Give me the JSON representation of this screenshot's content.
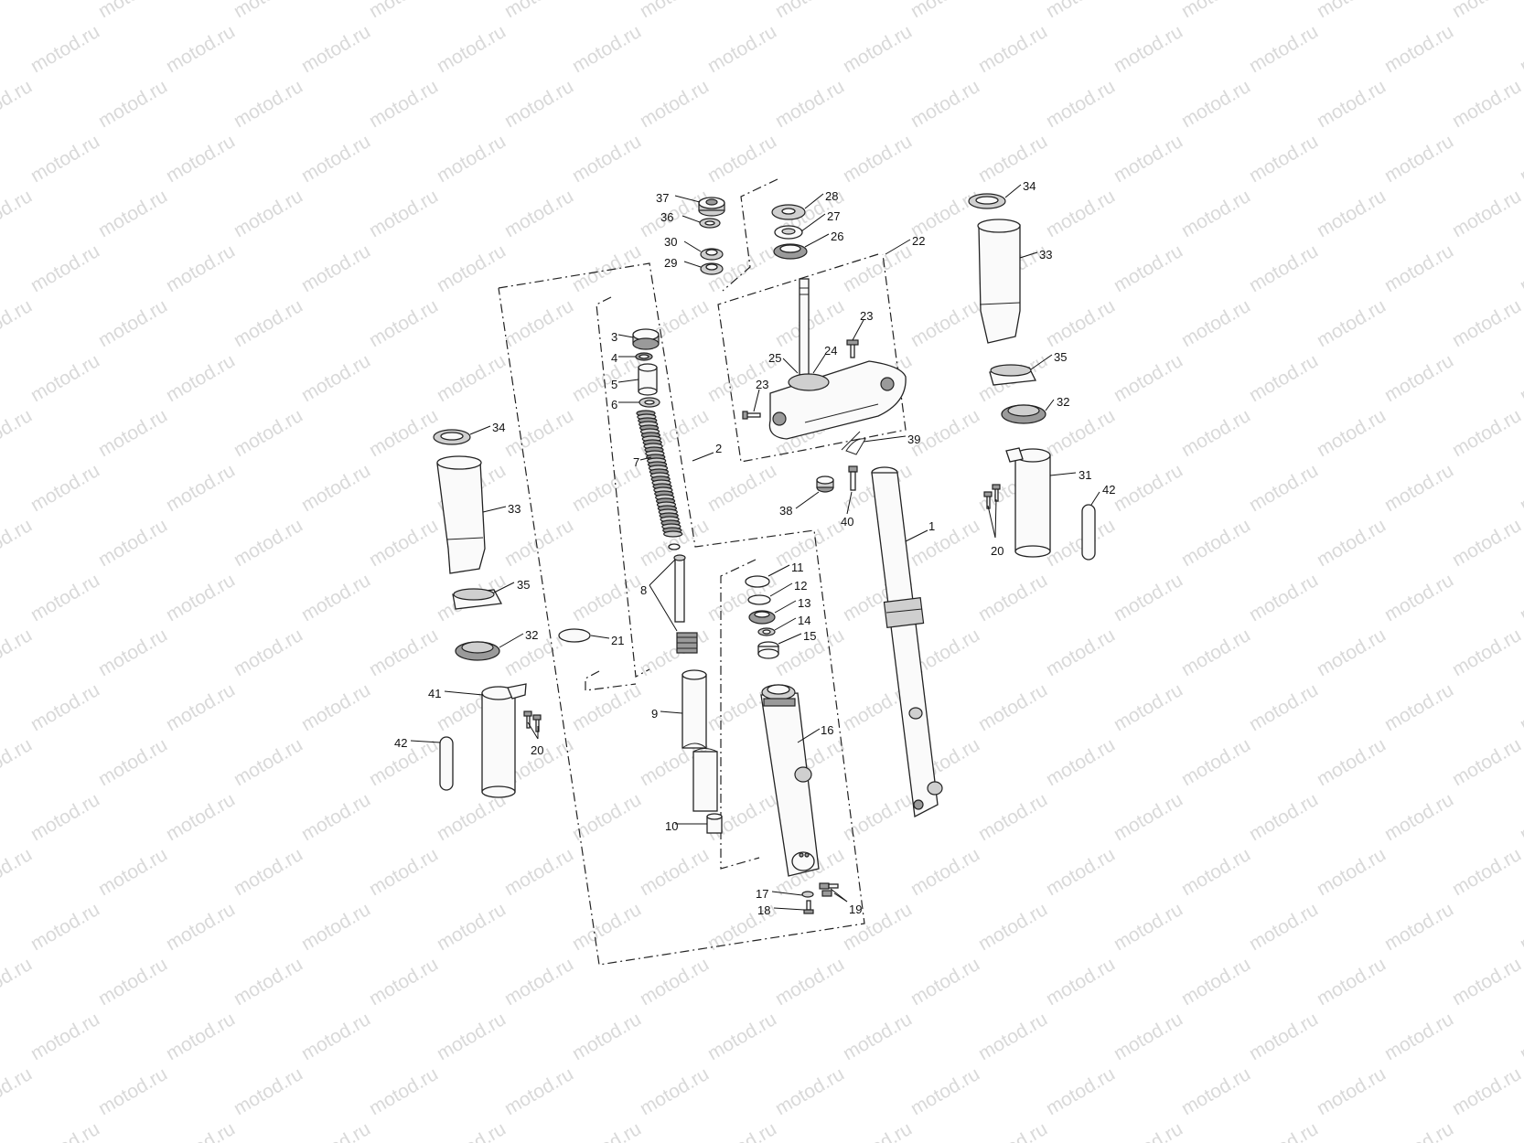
{
  "watermark": "motod.ru",
  "parts": [
    {
      "num": "1"
    },
    {
      "num": "2"
    },
    {
      "num": "3"
    },
    {
      "num": "4"
    },
    {
      "num": "5"
    },
    {
      "num": "6"
    },
    {
      "num": "7"
    },
    {
      "num": "8"
    },
    {
      "num": "9"
    },
    {
      "num": "10"
    },
    {
      "num": "11"
    },
    {
      "num": "12"
    },
    {
      "num": "13"
    },
    {
      "num": "14"
    },
    {
      "num": "15"
    },
    {
      "num": "16"
    },
    {
      "num": "17"
    },
    {
      "num": "18"
    },
    {
      "num": "19"
    },
    {
      "num": "20"
    },
    {
      "num": "20"
    },
    {
      "num": "21"
    },
    {
      "num": "22"
    },
    {
      "num": "23"
    },
    {
      "num": "23"
    },
    {
      "num": "24"
    },
    {
      "num": "25"
    },
    {
      "num": "26"
    },
    {
      "num": "27"
    },
    {
      "num": "28"
    },
    {
      "num": "29"
    },
    {
      "num": "30"
    },
    {
      "num": "31"
    },
    {
      "num": "32"
    },
    {
      "num": "32"
    },
    {
      "num": "33"
    },
    {
      "num": "33"
    },
    {
      "num": "34"
    },
    {
      "num": "34"
    },
    {
      "num": "35"
    },
    {
      "num": "35"
    },
    {
      "num": "36"
    },
    {
      "num": "37"
    },
    {
      "num": "38"
    },
    {
      "num": "39"
    },
    {
      "num": "40"
    },
    {
      "num": "41"
    },
    {
      "num": "42"
    },
    {
      "num": "42"
    }
  ]
}
